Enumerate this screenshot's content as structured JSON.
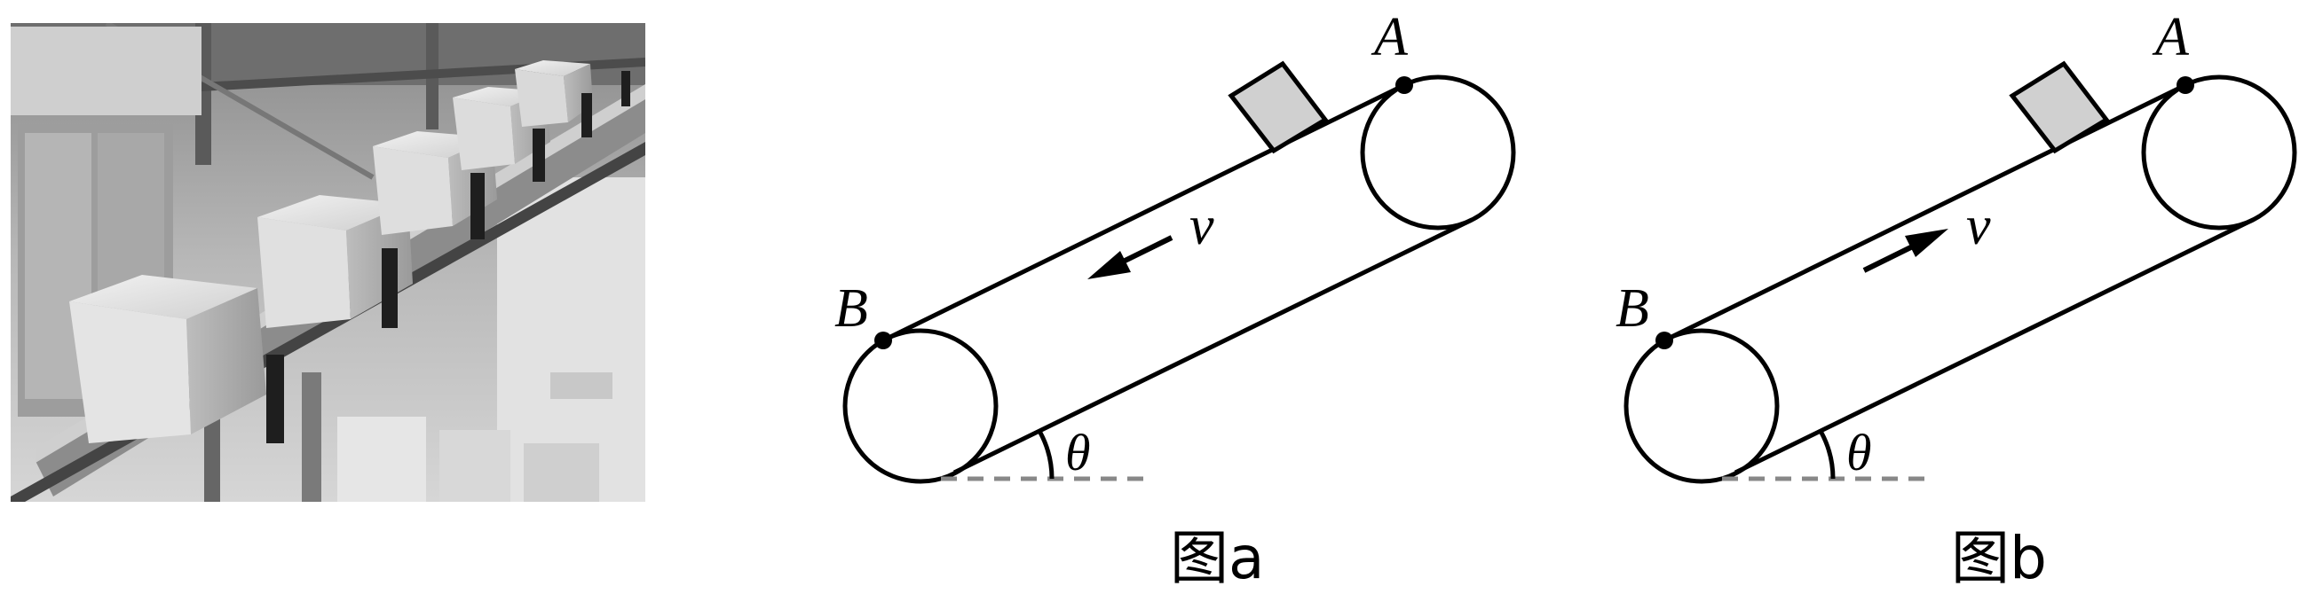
{
  "photo": {
    "description_icon": "conveyor-belt-photo"
  },
  "figure_a": {
    "label_A": "A",
    "label_B": "B",
    "label_v": "v",
    "label_theta": "θ",
    "caption": "图a",
    "belt_direction": "down-slope"
  },
  "figure_b": {
    "label_A": "A",
    "label_B": "B",
    "label_v": "v",
    "label_theta": "θ",
    "caption": "图b",
    "belt_direction": "up-slope"
  },
  "colors": {
    "stroke": "#000000",
    "box_fill": "#d0d0d0",
    "dashed": "#888888"
  }
}
